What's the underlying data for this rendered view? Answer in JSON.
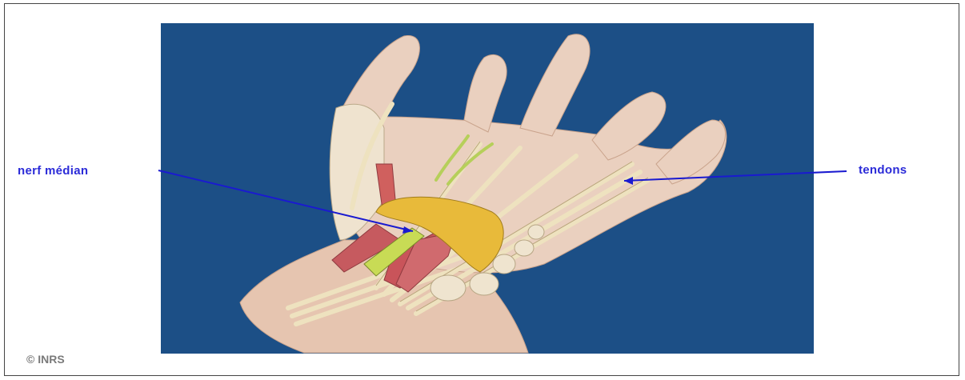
{
  "labels": {
    "nerve": "nerf médian",
    "tendons": "tendons"
  },
  "copyright": "© INRS",
  "colors": {
    "background_panel": "#1c4f86",
    "label_text": "#2b2bd8",
    "pointer_line": "#1a1ad0",
    "skin": "#e8c9b5",
    "tendon": "#efe6c6",
    "ligament": "#e8b93a",
    "median_nerve": "#c6d94f",
    "muscle": "#c4545a"
  }
}
